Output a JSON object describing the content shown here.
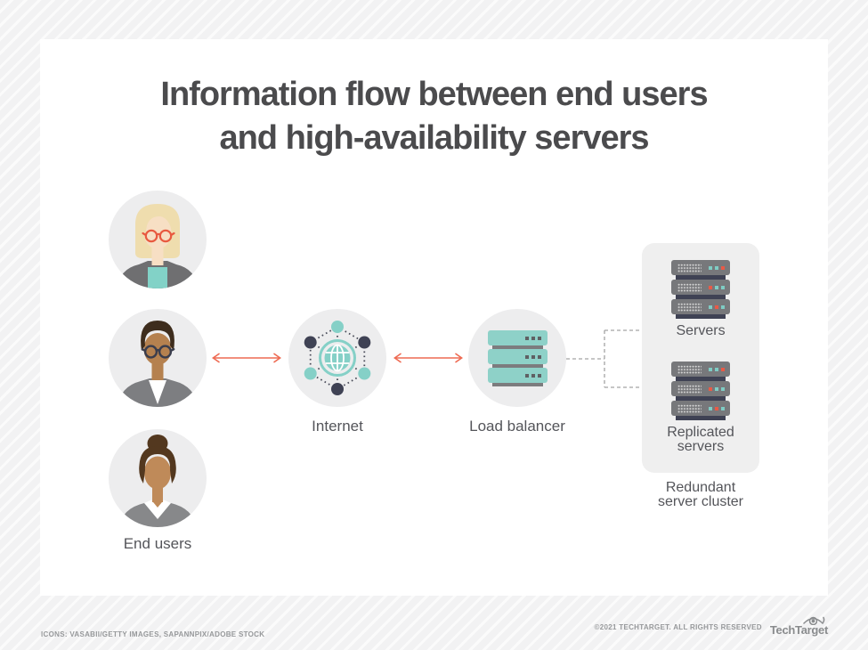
{
  "title": {
    "line1": "Information flow between end users",
    "line2": "and high-availability servers"
  },
  "labels": {
    "end_users": "End users",
    "internet": "Internet",
    "load_balancer": "Load balancer",
    "servers": "Servers",
    "replicated_line1": "Replicated",
    "replicated_line2": "servers",
    "cluster_line1": "Redundant",
    "cluster_line2": "server cluster"
  },
  "cluster": {
    "stacks": [
      {
        "name": "servers",
        "led_rows": [
          [
            "teal",
            "teal",
            "red"
          ],
          [
            "red",
            "teal",
            "teal"
          ],
          [
            "teal",
            "red",
            "teal"
          ]
        ]
      },
      {
        "name": "replicated-servers",
        "led_rows": [
          [
            "teal",
            "teal",
            "red"
          ],
          [
            "red",
            "teal",
            "teal"
          ],
          [
            "teal",
            "red",
            "teal"
          ]
        ]
      }
    ]
  },
  "load_balancer": {
    "units": 3
  },
  "footer": {
    "credits": "ICONS: VASABII/GETTY IMAGES, SAPANNPIX/ADOBE STOCK",
    "copyright": "©2021 TECHTARGET. ALL RIGHTS RESERVED",
    "brand": "TechTarget"
  },
  "colors": {
    "accent_orange": "#ee6a52",
    "teal": "#85d0c7",
    "dark_navy": "#3f4254",
    "server_gray": "#77787b",
    "led_red": "#e85a47",
    "title_text": "#4b4b4d",
    "label_text": "#54555a",
    "card_bg": "#ffffff",
    "panel_bg": "#efefef",
    "circle_bg": "#ededee"
  },
  "icons": {
    "internet": "globe-network",
    "load_balancer": "teal-server-stack",
    "servers": "dark-server-stack",
    "end_users": "person-avatars",
    "brand": "techtarget-eye"
  }
}
